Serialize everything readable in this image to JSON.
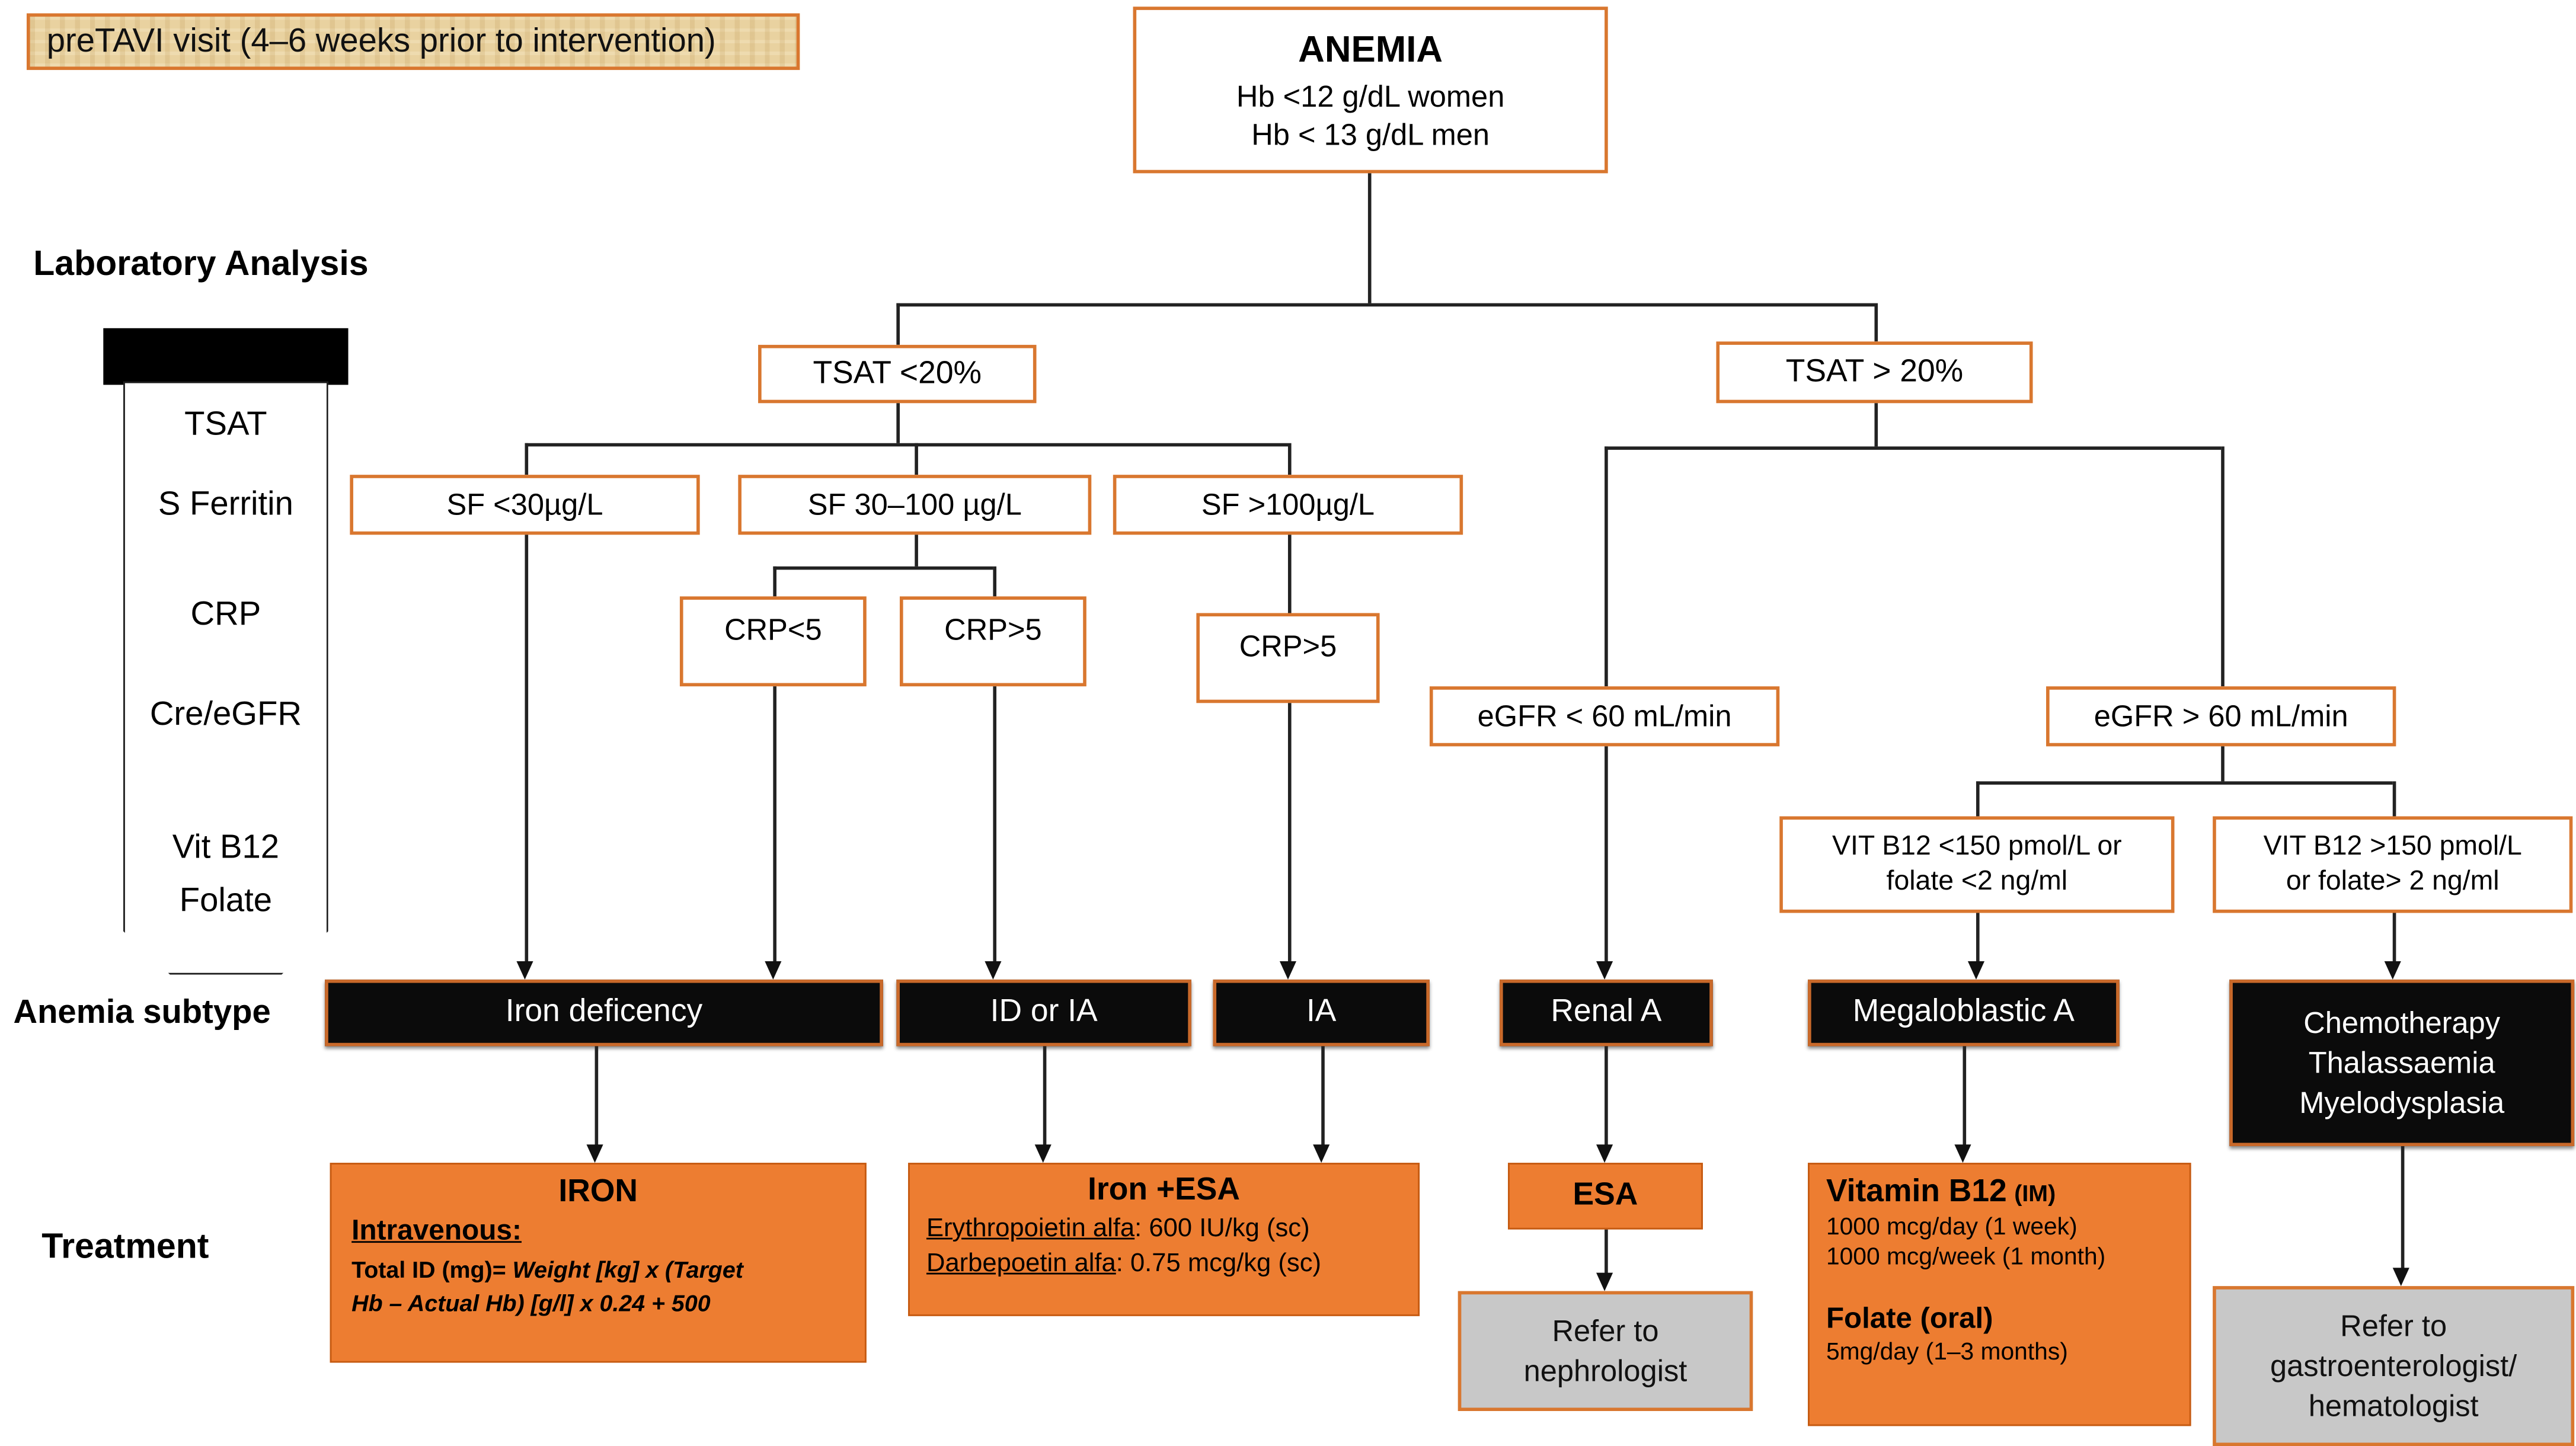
{
  "colors": {
    "accent_orange": "#ed7d31",
    "border_orange": "#d9772f",
    "box_black": "#0b0b0b",
    "gray": "#c8c8c8",
    "banner_tan": "#e9d2a0"
  },
  "banner": {
    "label": "preTAVI visit (4–6 weeks prior to intervention)"
  },
  "root": {
    "title": "ANEMIA",
    "line1": "Hb <12 g/dL women",
    "line2": "Hb < 13 g/dL men"
  },
  "lab": {
    "heading": "Laboratory Analysis",
    "tests": [
      "TSAT",
      "S Ferritin",
      "CRP",
      "Cre/eGFR",
      "Vit B12",
      "Folate"
    ]
  },
  "decision": {
    "tsat_low": "TSAT <20%",
    "tsat_high": "TSAT > 20%",
    "sf_low": "SF <30µg/L",
    "sf_mid": "SF 30–100 µg/L",
    "sf_high": "SF >100µg/L",
    "crp_low": "CRP<5",
    "crp_high_1": "CRP>5",
    "crp_high_2": "CRP>5",
    "egfr_low": "eGFR < 60 mL/min",
    "egfr_high": "eGFR > 60 mL/min",
    "b12_low_l1": "VIT B12 <150 pmol/L or",
    "b12_low_l2": "folate <2 ng/ml",
    "b12_high_l1": "VIT B12 >150 pmol/L",
    "b12_high_l2": "or folate> 2 ng/ml"
  },
  "subtype_label": "Anemia subtype",
  "subtypes": {
    "iron_deficiency": "Iron deficency",
    "id_or_ia": "ID or IA",
    "ia": "IA",
    "renal": "Renal A",
    "megaloblastic": "Megaloblastic A",
    "chemo_l1": "Chemotherapy",
    "chemo_l2": "Thalassaemia",
    "chemo_l3": "Myelodysplasia"
  },
  "treatment_label": "Treatment",
  "treatments": {
    "iron": {
      "title": "IRON",
      "route": "Intravenous:",
      "formula_plain": "Total ID (mg)= ",
      "formula_italic_1": "Weight [kg] x (Target",
      "formula_italic_2": "Hb – Actual Hb) [g/l] x 0.24 +  500"
    },
    "iron_esa": {
      "title": "Iron +ESA",
      "epo_name": "Erythropoietin alfa",
      "epo_dose": ": 600 IU/kg (sc)",
      "darb_name": "Darbepoetin alfa",
      "darb_dose": ": 0.75 mcg/kg (sc)"
    },
    "esa": {
      "title": "ESA"
    },
    "nephrology_referral": {
      "l1": "Refer to",
      "l2": "nephrologist"
    },
    "b12_folate": {
      "title": "Vitamin B12",
      "title_suffix": "(IM)",
      "dose1": "1000 mcg/day (1 week)",
      "dose2": "1000 mcg/week (1 month)",
      "folate_title": "Folate (oral)",
      "folate_dose": "5mg/day (1–3 months)"
    },
    "gastro_referral": {
      "l1": "Refer to",
      "l2": "gastroenterologist/",
      "l3": "hematologist"
    }
  }
}
